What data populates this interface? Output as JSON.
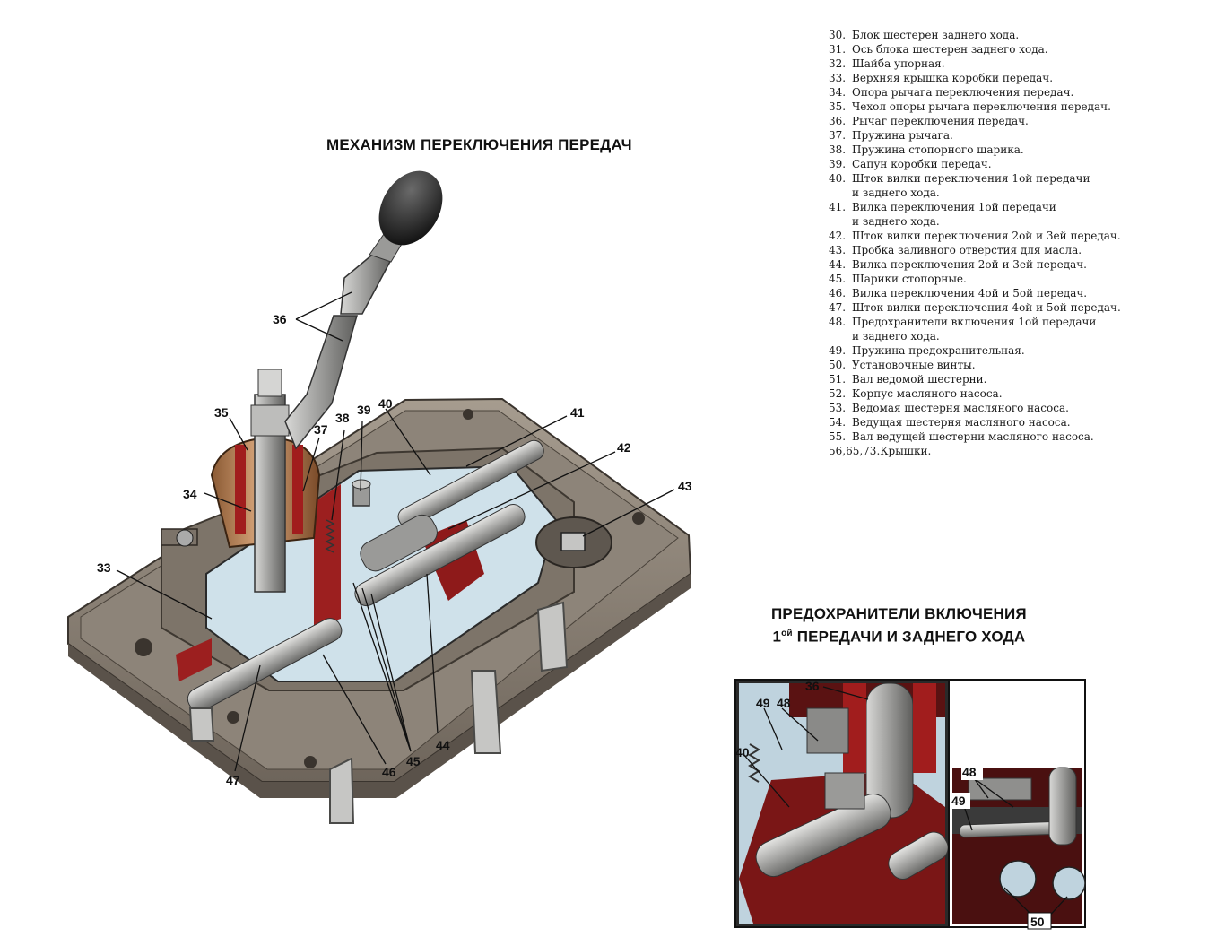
{
  "main_title": "МЕХАНИЗМ ПЕРЕКЛЮЧЕНИЯ ПЕРЕДАЧ",
  "inset_title": {
    "line1": "ПРЕДОХРАНИТЕЛИ ВКЛЮЧЕНИЯ",
    "line2_pre": "1",
    "line2_sup": "ой",
    "line2_post": " ПЕРЕДАЧИ И ЗАДНЕГО ХОДА"
  },
  "legend": [
    {
      "num": "30.",
      "text": "Блок шестерен заднего хода."
    },
    {
      "num": "31.",
      "text": "Ось блока шестерен заднего хода."
    },
    {
      "num": "32.",
      "text": "Шайба упорная."
    },
    {
      "num": "33.",
      "text": "Верхняя крышка коробки передач."
    },
    {
      "num": "34.",
      "text": "Опора рычага переключения передач."
    },
    {
      "num": "35.",
      "text": "Чехол опоры рычага переключения передач."
    },
    {
      "num": "36.",
      "text": "Рычаг переключения передач."
    },
    {
      "num": "37.",
      "text": "Пружина рычага."
    },
    {
      "num": "38.",
      "text": "Пружина стопорного шарика."
    },
    {
      "num": "39.",
      "text": "Сапун коробки передач."
    },
    {
      "num": "40.",
      "text": "Шток вилки переключения 1ой передачи",
      "cont": "и заднего хода."
    },
    {
      "num": "41.",
      "text": "Вилка переключения 1ой передачи",
      "cont": "и заднего хода."
    },
    {
      "num": "42.",
      "text": "Шток вилки переключения 2ой  и 3ей передач."
    },
    {
      "num": "43.",
      "text": "Пробка заливного отверстия для масла."
    },
    {
      "num": "44.",
      "text": "Вилка переключения 2ой  и 3ей передач."
    },
    {
      "num": "45.",
      "text": "Шарики стопорные."
    },
    {
      "num": "46.",
      "text": "Вилка переключения 4ой  и 5ой передач."
    },
    {
      "num": "47.",
      "text": "Шток вилки переключения 4ой  и 5ой передач."
    },
    {
      "num": "48.",
      "text": "Предохранители включения 1ой передачи",
      "cont": "и заднего хода."
    },
    {
      "num": "49.",
      "text": "Пружина предохранительная."
    },
    {
      "num": "50.",
      "text": "Установочные винты."
    },
    {
      "num": "51.",
      "text": "Вал ведомой шестерни."
    },
    {
      "num": "52.",
      "text": "Корпус масляного насоса."
    },
    {
      "num": "53.",
      "text": "Ведомая шестерня масляного насоса."
    },
    {
      "num": "54.",
      "text": "Ведущая шестерня масляного насоса."
    },
    {
      "num": "55.",
      "text": "Вал ведущей шестерни масляного насоса."
    },
    {
      "num": "56,65,73.",
      "text": "Крышки."
    }
  ],
  "callouts": {
    "c36": "36",
    "c35": "35",
    "c34": "34",
    "c33": "33",
    "c37": "37",
    "c38": "38",
    "c39": "39",
    "c40": "40",
    "c41": "41",
    "c42": "42",
    "c43": "43",
    "c44": "44",
    "c45": "45",
    "c46": "46",
    "c47": "47",
    "i36": "36",
    "i49": "49",
    "i48": "48",
    "i40": "40",
    "i48b": "48",
    "i49b": "49",
    "i50": "50"
  }
}
